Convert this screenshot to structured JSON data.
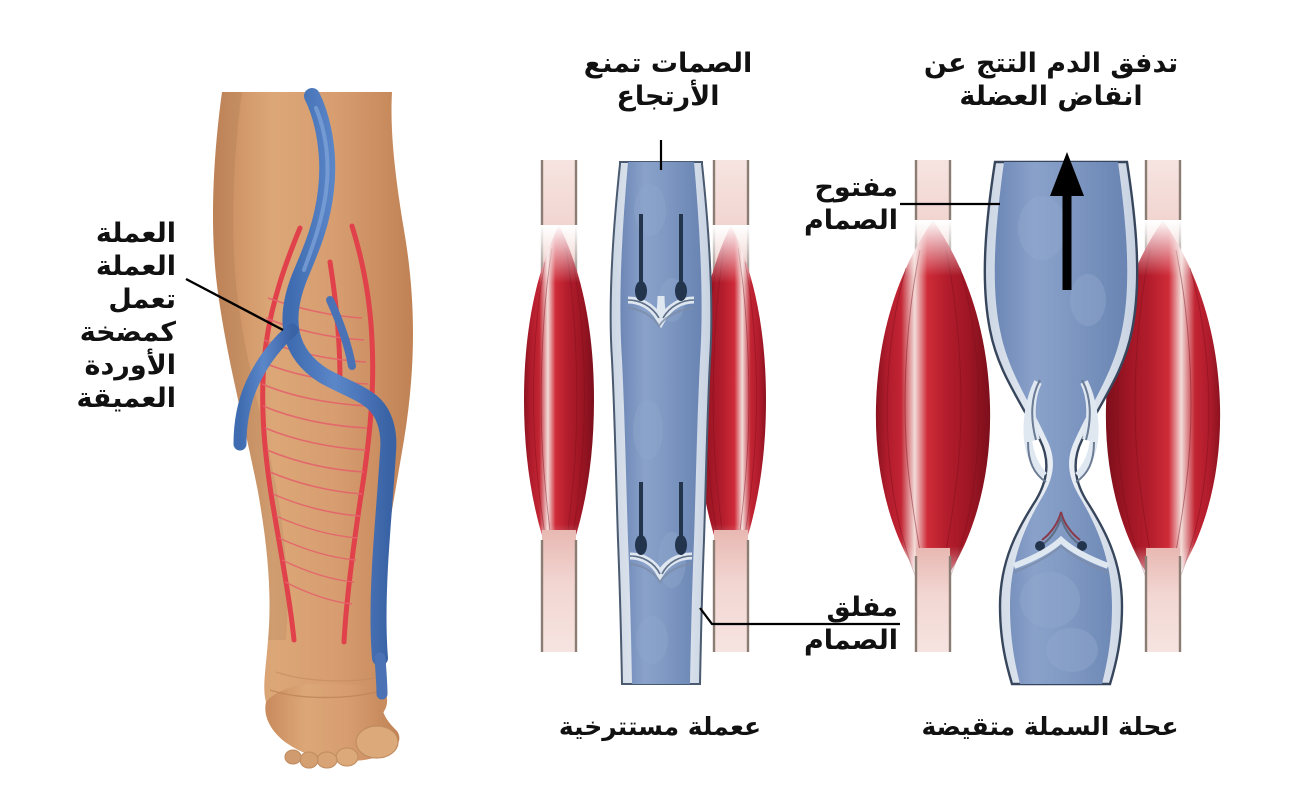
{
  "diagram": {
    "title": "Calf muscle pump and venous valves",
    "language": "ar"
  },
  "labels": {
    "leg_pump": "العملة العملة تعمل كمضخة الأوردة العميقة",
    "valves_prevent_reflux": "الصمات تمنع الأرتجاع",
    "blood_pushed_by_contraction": "تدفق الدم التتج عن انقاض العضلة",
    "valve_open": "مفتوح الصمام",
    "valve_closed": "مفلق الصمام"
  },
  "captions": {
    "relaxed_muscle": "ععملة مستترخية",
    "contracted_muscle": "عحلة السملة متقيضة"
  },
  "colors": {
    "skin": "#d79c६e",
    "skin_main": "#d79d70",
    "vein_blue": "#7a94bf",
    "artery_red": "#e0414a",
    "muscle_red": "#b2182b",
    "vessel_wall": "#dfe6ef",
    "tendon": "#f3d9d6",
    "leader_line": "#000000",
    "valve_pin": "#23344d"
  }
}
